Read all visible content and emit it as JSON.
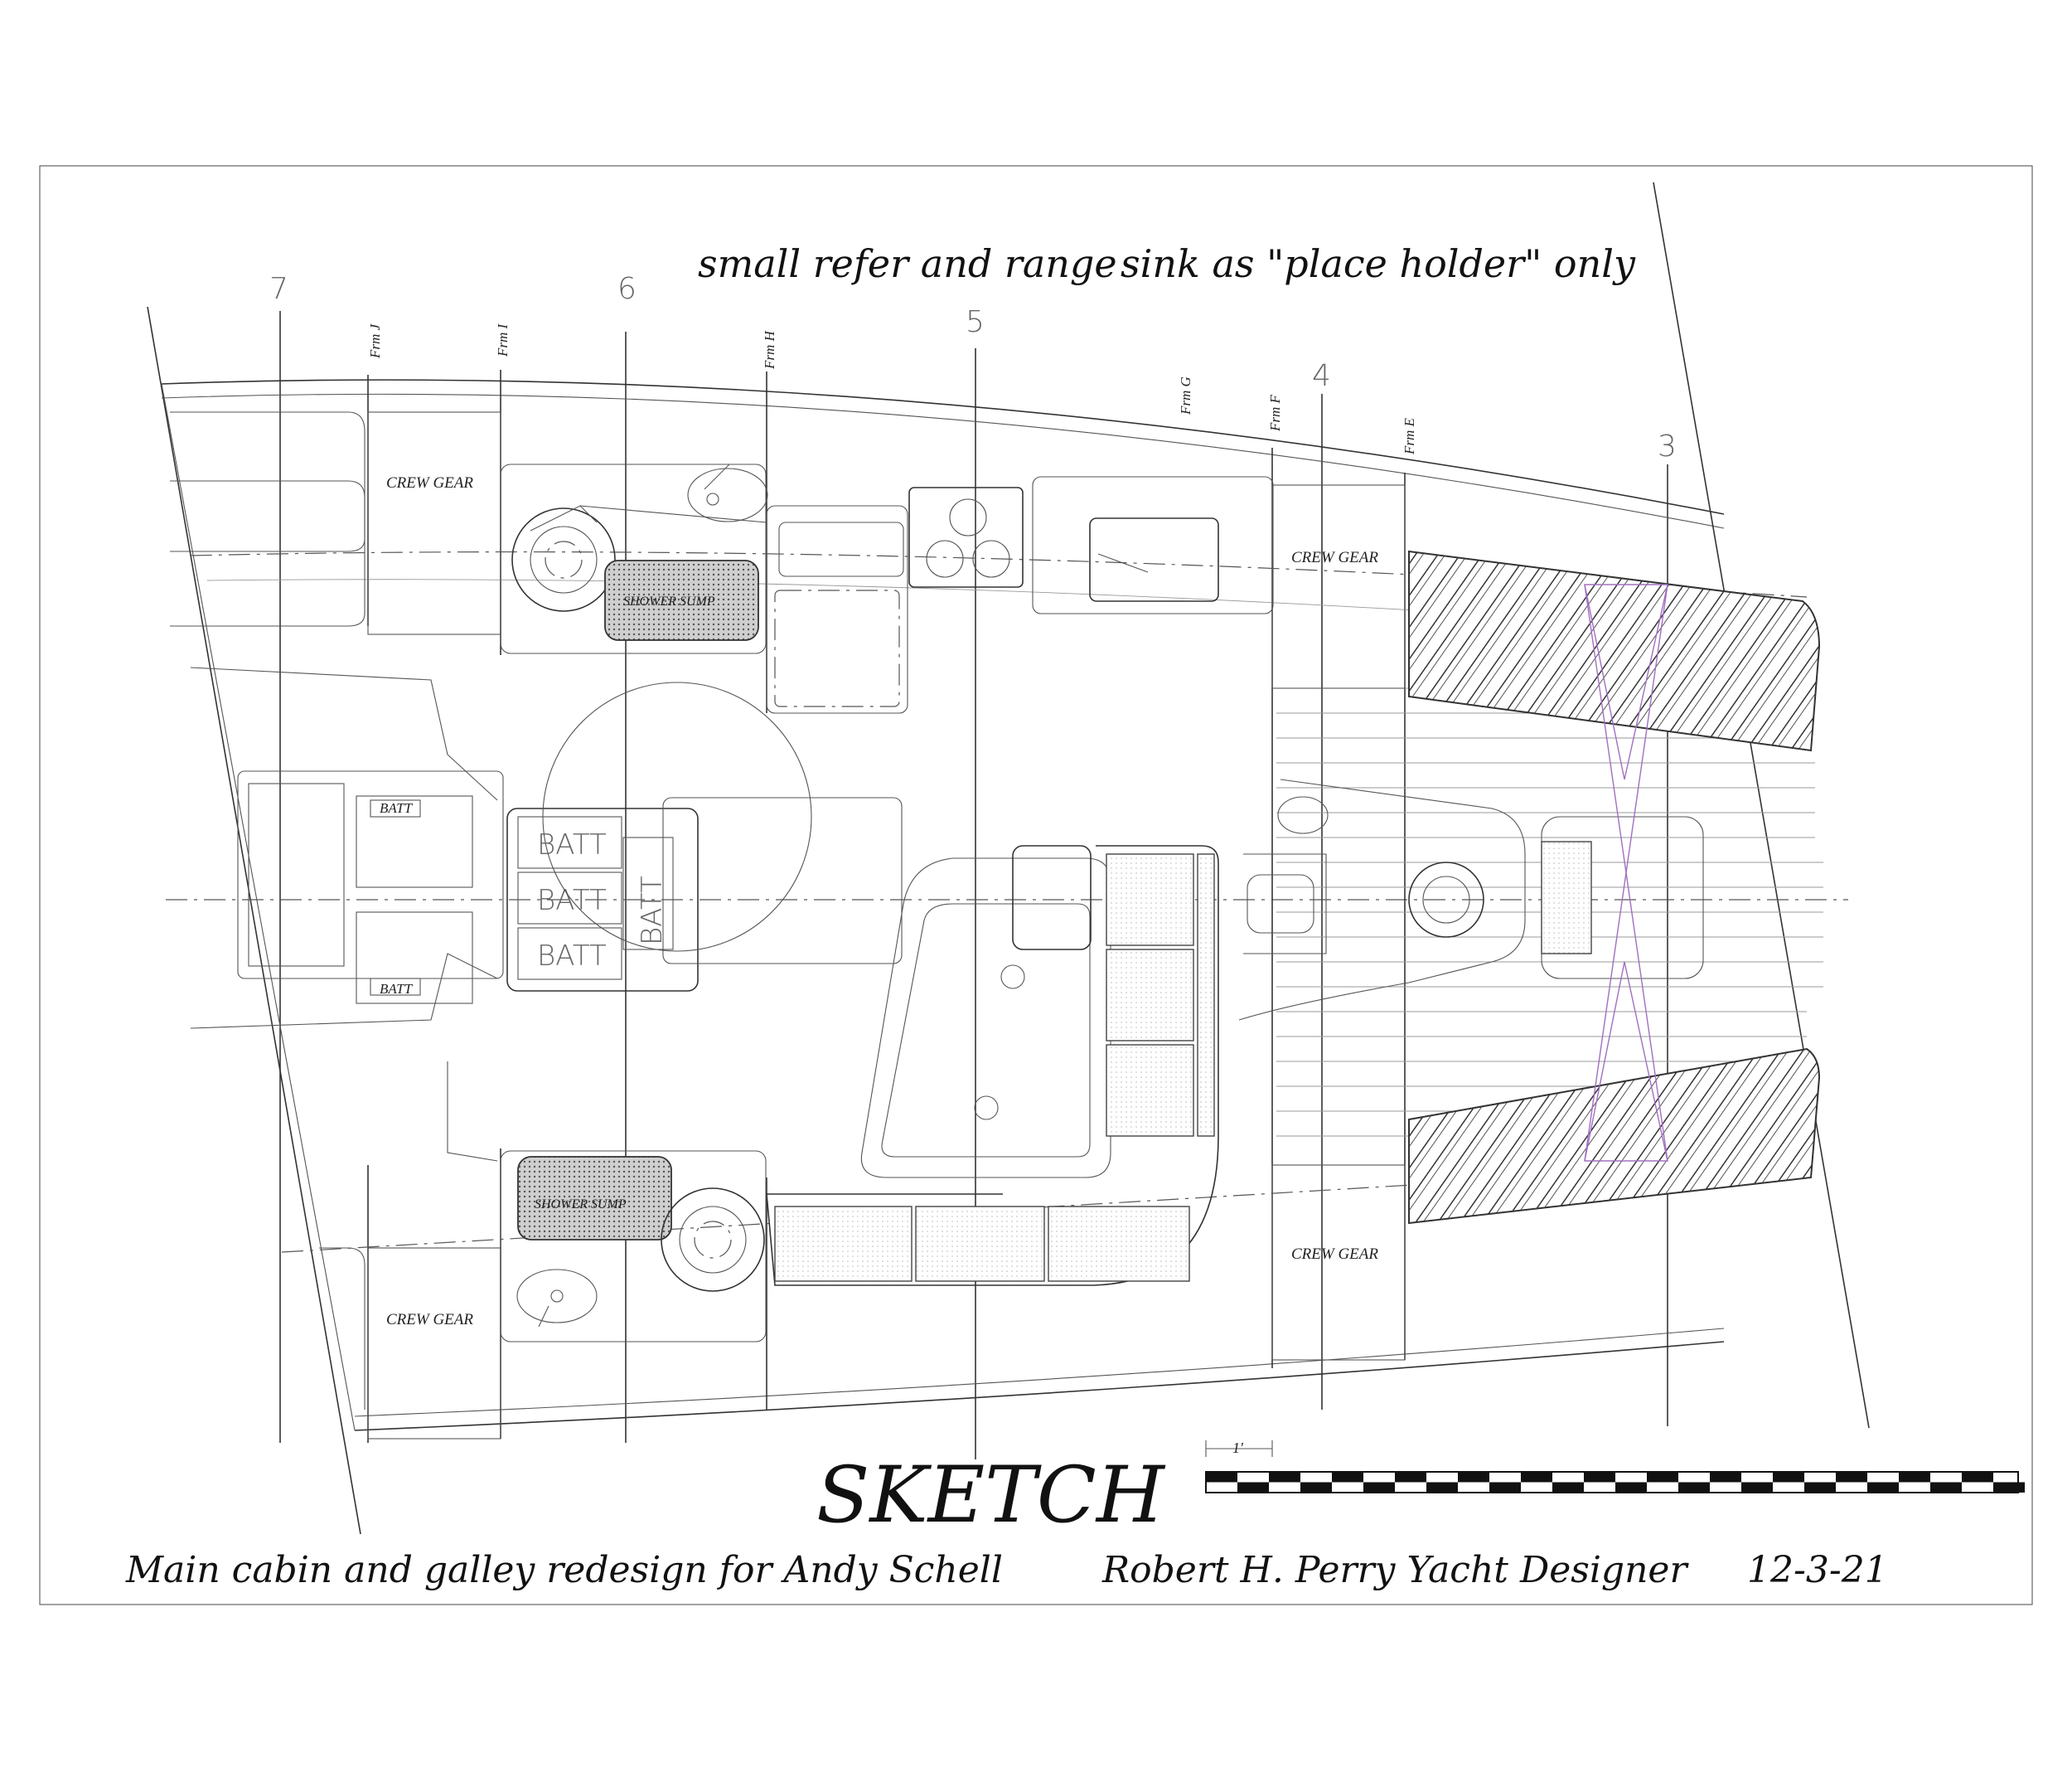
{
  "notes": {
    "note_refer": "small refer and range",
    "note_sink": "sink as \"place holder\" only"
  },
  "title_block": {
    "title": "SKETCH",
    "description": "Main cabin and galley redesign for Andy Schell",
    "designer": "Robert H. Perry Yacht Designer",
    "date": "12-3-21",
    "scale_label": "1'"
  },
  "stations": [
    "7",
    "6",
    "5",
    "4",
    "3"
  ],
  "frames": [
    "Frm J",
    "Frm I",
    "Frm H",
    "Frm G",
    "Frm F",
    "Frm E"
  ],
  "compartments": {
    "crew_gear": "CREW GEAR",
    "shower_sump": "SHOWER SUMP",
    "batt": "BATT"
  },
  "colors": {
    "ink": "#333333",
    "guide": "#a070c0",
    "paper": "#ffffff"
  }
}
